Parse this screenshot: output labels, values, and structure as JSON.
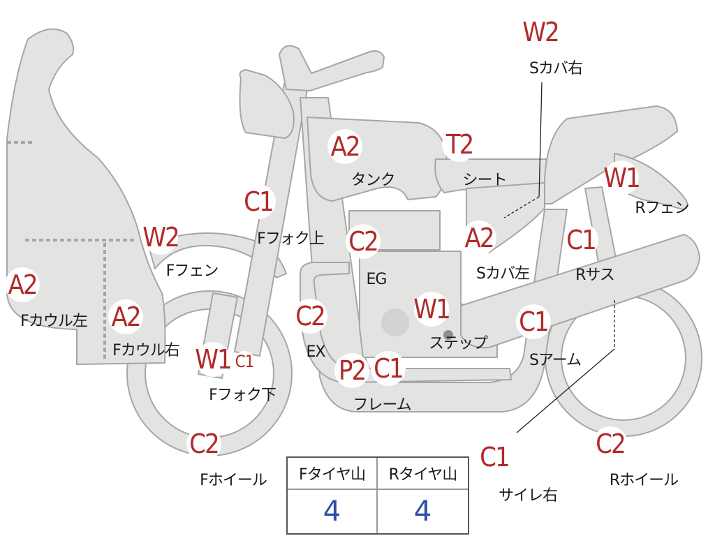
{
  "parts": [
    {
      "id": "w2-scover-right",
      "code": "W2",
      "label": "Sカバ右"
    },
    {
      "id": "a2-tank",
      "code": "A2",
      "label": "タンク"
    },
    {
      "id": "t2-seat",
      "code": "T2",
      "label": "シート"
    },
    {
      "id": "w1-rfender",
      "code": "W1",
      "label": "Rフェン"
    },
    {
      "id": "c1-ffork-upper",
      "code": "C1",
      "label": "Fフォク上"
    },
    {
      "id": "c2-engine",
      "code": "C2",
      "label": "EG"
    },
    {
      "id": "a2-scover-left",
      "code": "A2",
      "label": "Sカバ左"
    },
    {
      "id": "c1-rsus",
      "code": "C1",
      "label": "Rサス"
    },
    {
      "id": "w2-ffender",
      "code": "W2",
      "label": "Fフェン"
    },
    {
      "id": "a2-fcowl-left",
      "code": "A2",
      "label": "Fカウル左"
    },
    {
      "id": "a2-fcowl-right",
      "code": "A2",
      "label": "Fカウル右"
    },
    {
      "id": "c2-exhaust",
      "code": "C2",
      "label": "EX"
    },
    {
      "id": "w1-step",
      "code": "W1",
      "label": "ステップ"
    },
    {
      "id": "c1-sarm",
      "code": "C1",
      "label": "Sアーム"
    },
    {
      "id": "w1-ffork-lower",
      "code": "W1",
      "label": "Fフォク下"
    },
    {
      "id": "c1-ffork-lower-extra",
      "code": "C1",
      "label": ""
    },
    {
      "id": "p2-frame",
      "code": "P2",
      "label": ""
    },
    {
      "id": "c1-frame",
      "code": "C1",
      "label": "フレーム"
    },
    {
      "id": "c2-fwheel",
      "code": "C2",
      "label": "Fホイール"
    },
    {
      "id": "c1-silencer-right",
      "code": "C1",
      "label": "サイレ右"
    },
    {
      "id": "c2-rwheel",
      "code": "C2",
      "label": "Rホイール"
    }
  ],
  "tread": {
    "front_header": "Fタイヤ山",
    "rear_header": "Rタイヤ山",
    "front_value": "4",
    "rear_value": "4"
  }
}
